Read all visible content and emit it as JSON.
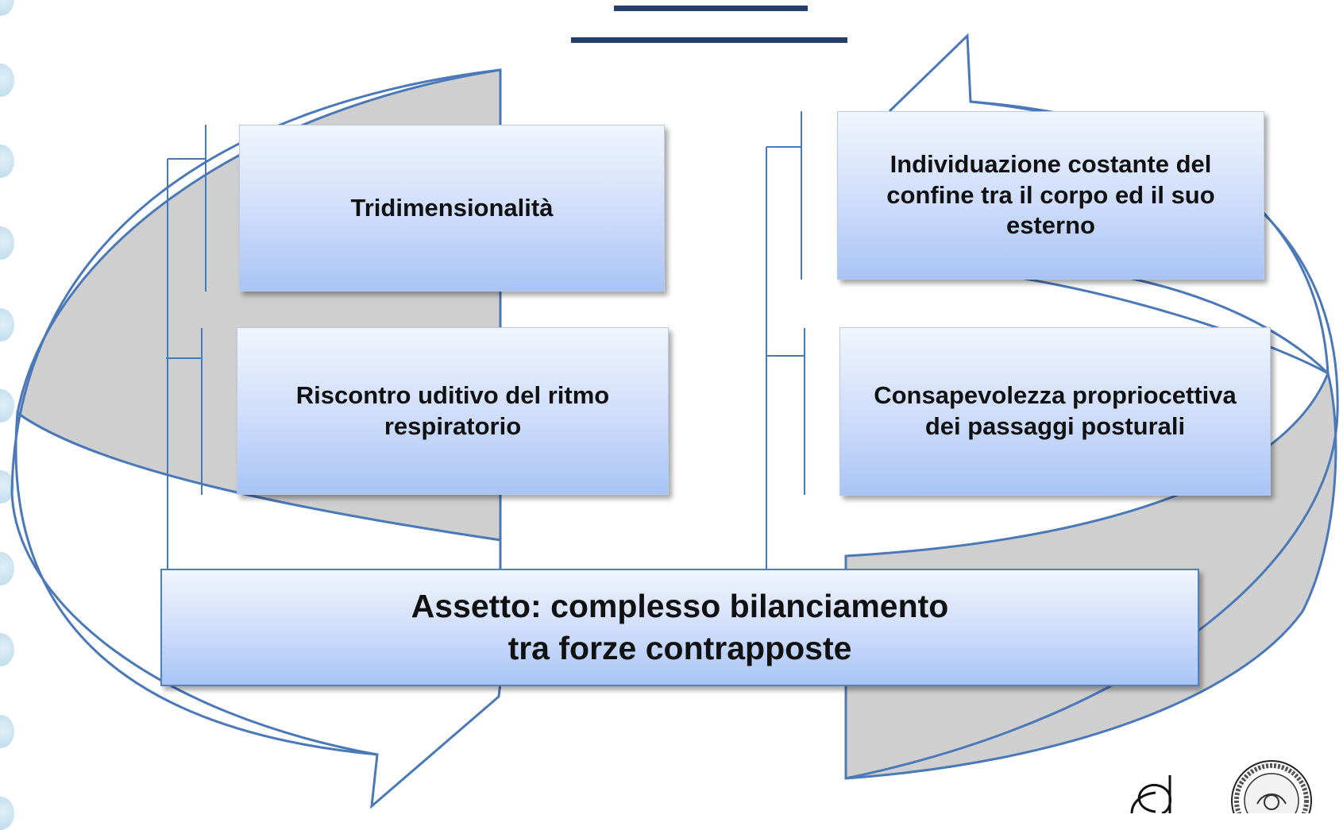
{
  "diagram": {
    "boxes": {
      "top_left": "Tridimensionalità",
      "mid_left": "Riscontro uditivo del ritmo respiratorio",
      "top_right": "Individuazione costante del confine tra il corpo ed il suo esterno",
      "mid_right": "Consapevolezza propriocettiva dei passaggi posturali"
    },
    "bottom": {
      "line1": "Assetto: complesso bilanciamento",
      "line2": "tra forze contrapposte"
    }
  },
  "colors": {
    "arrow_outline": "#4a78b8",
    "arrow_fill": "#cfcfcf",
    "title_line": "#243e6b",
    "box_gradient_top": "#f1f5fd",
    "box_gradient_bottom": "#a8c4f6"
  },
  "logos": [
    {
      "name": "federation-d-logo",
      "text": "d"
    },
    {
      "name": "circular-seal-logo",
      "text": ""
    }
  ]
}
